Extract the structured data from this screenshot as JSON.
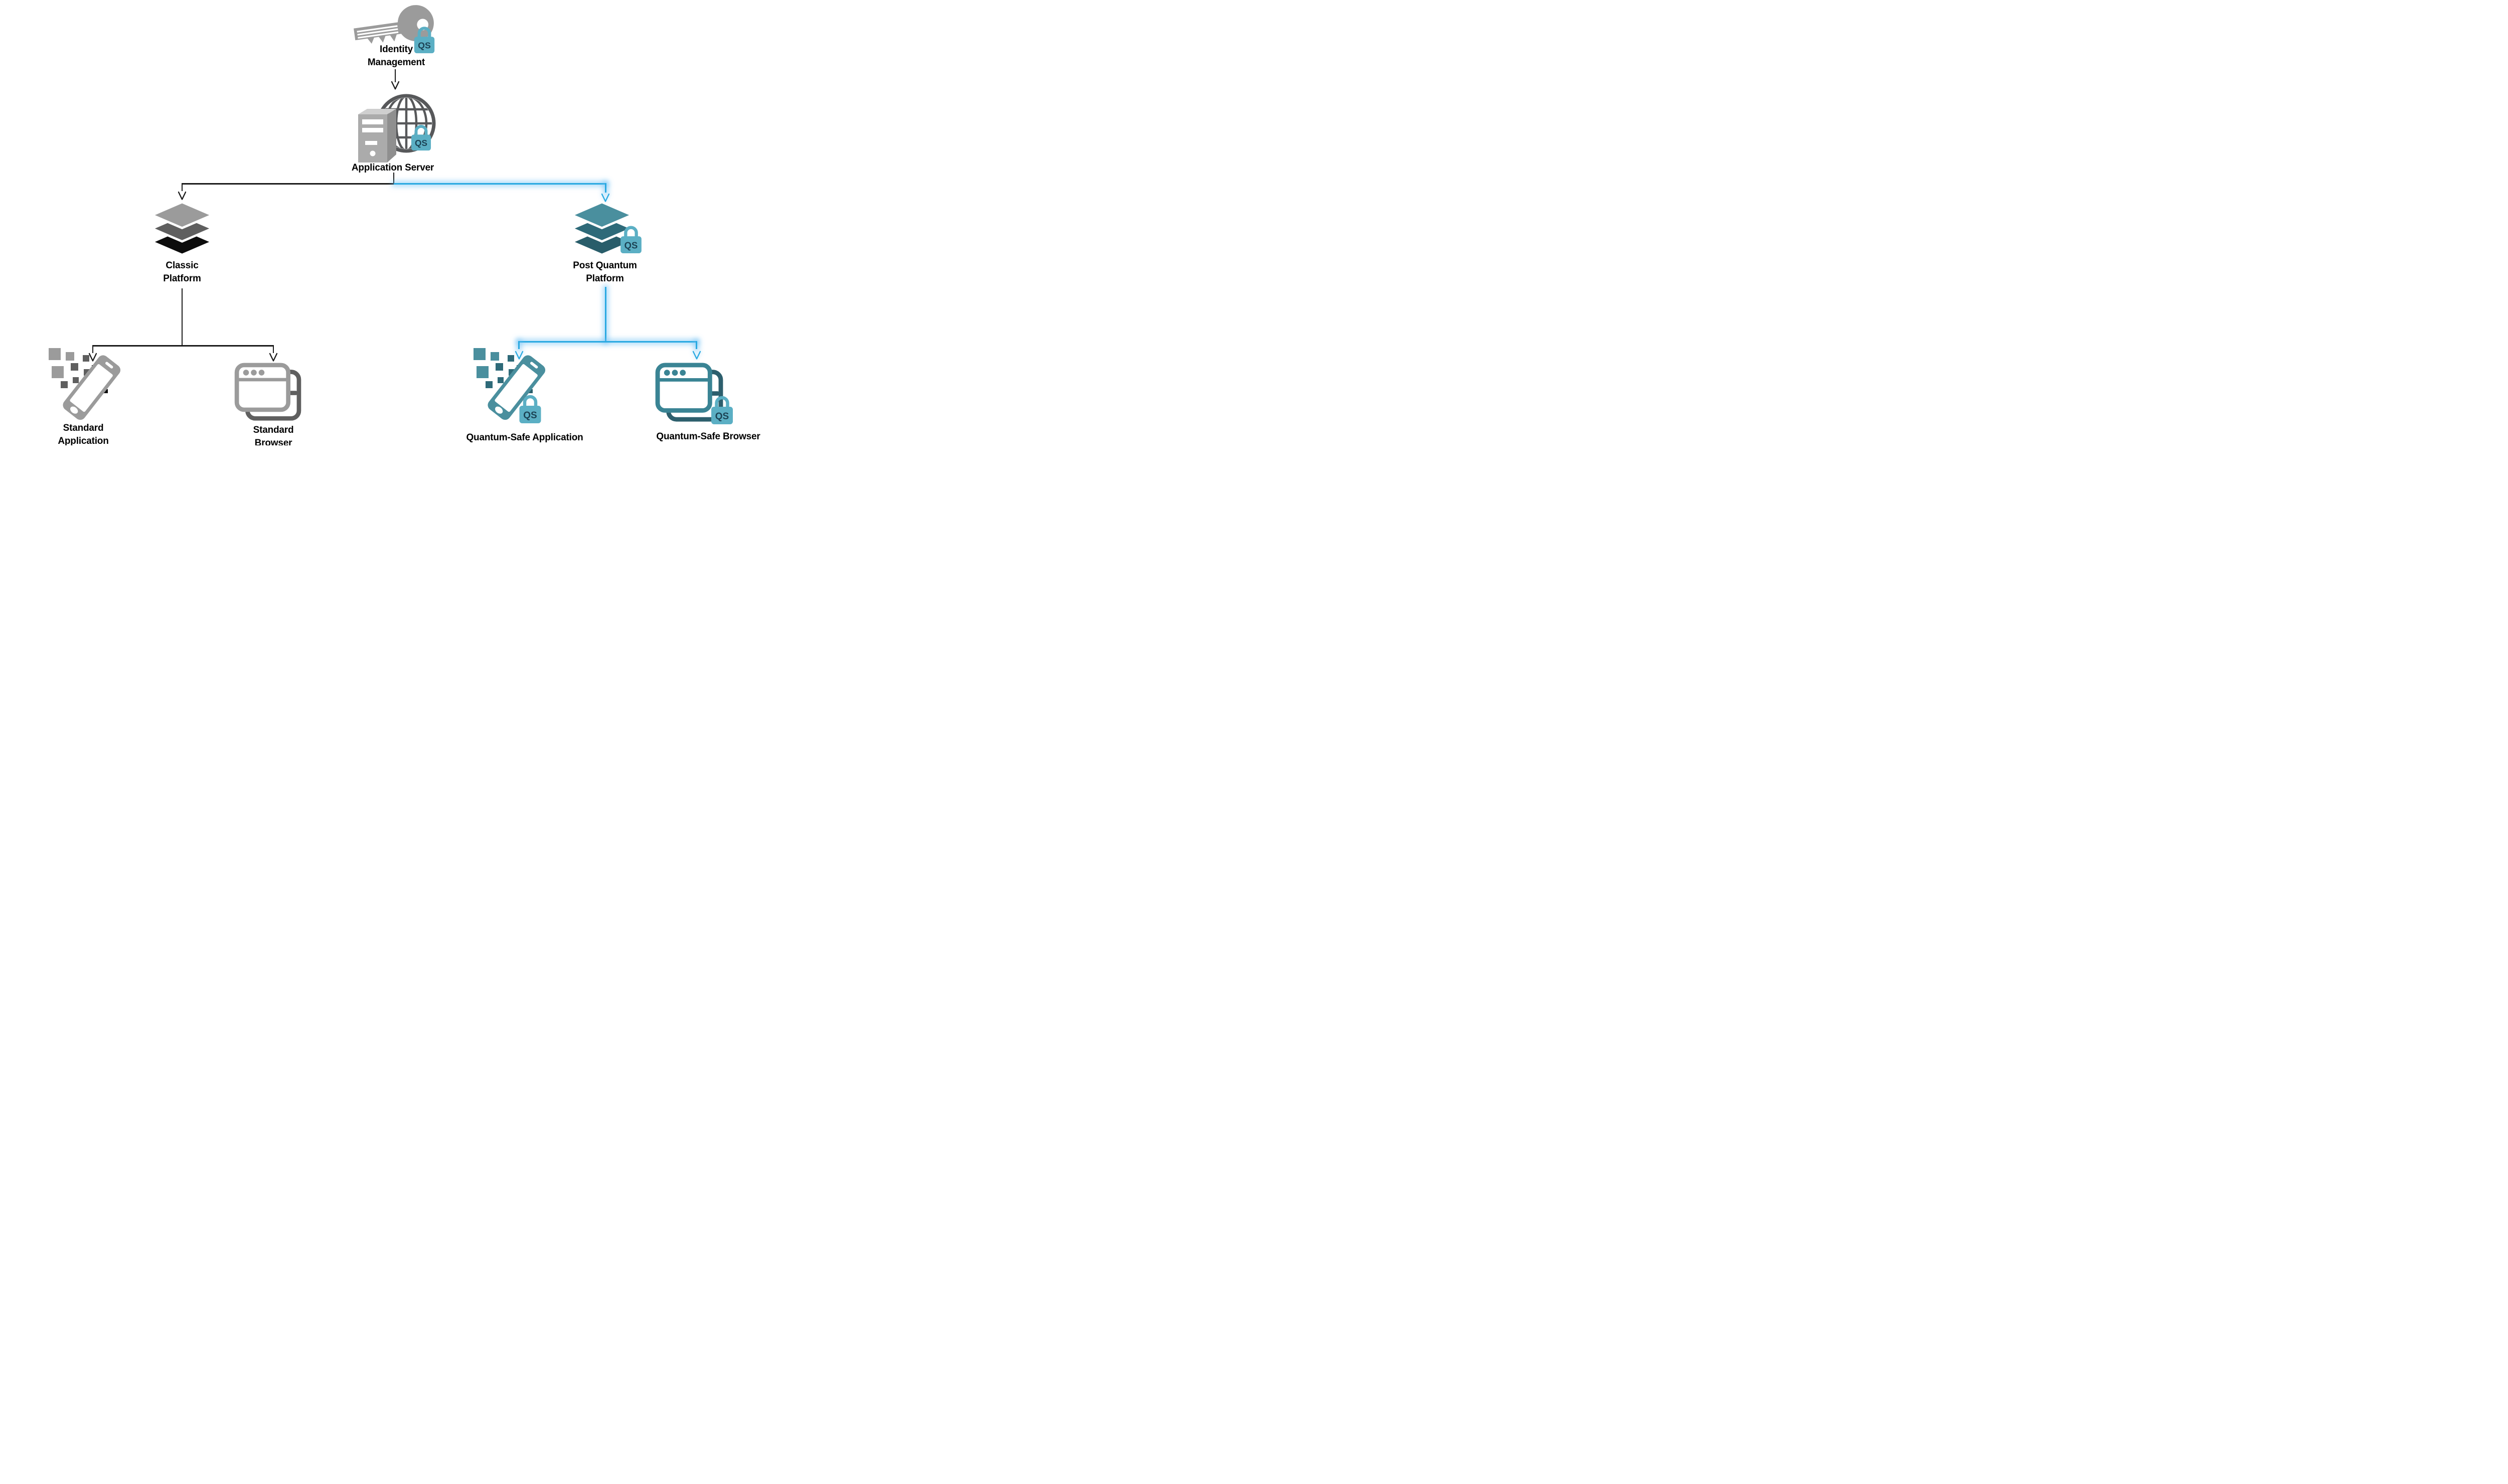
{
  "diagram": {
    "qs_badge": "QS",
    "nodes": {
      "identity_management": {
        "line1": "Identity",
        "line2": "Management"
      },
      "application_server": {
        "label": "Application Server"
      },
      "classic_platform": {
        "line1": "Classic",
        "line2": "Platform"
      },
      "post_quantum_platform": {
        "line1": "Post Quantum",
        "line2": "Platform"
      },
      "standard_application": {
        "line1": "Standard",
        "line2": "Application"
      },
      "standard_browser": {
        "line1": "Standard",
        "line2": "Browser"
      },
      "quantum_safe_application": {
        "label": "Quantum-Safe Application"
      },
      "quantum_safe_browser": {
        "label": "Quantum-Safe Browser"
      }
    },
    "colors": {
      "line_classic": "#1a1a1a",
      "line_quantum": "#29a9e1",
      "quantum_glow": "rgba(104,189,244,0.55)",
      "lock_body": "#5bafc4",
      "lock_text": "#1c4254",
      "gray_icon": "#9b9b9b",
      "gray_mid": "#5f5f5f",
      "gray_dark": "#0c0c0c",
      "globe": "#57585a",
      "teal_light": "#4a8f9e",
      "teal_mid": "#2e6a79",
      "teal_dark": "#295d6a",
      "teal_front": "#3a8494",
      "teal_back": "#2d5f6d",
      "label_text": "#000000"
    }
  }
}
